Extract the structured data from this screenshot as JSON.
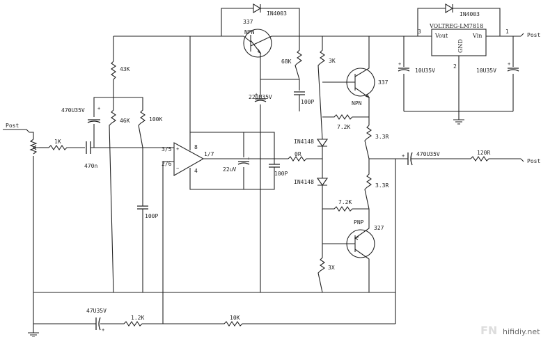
{
  "labels": {
    "post": "Post",
    "r_1k": "1K",
    "c_470n": "470n",
    "c_470u35v_in": "470U35V",
    "r_43k": "43K",
    "r_46k": "46K",
    "r_100k": "100K",
    "c_100p_low": "100P",
    "r_68k": "68K",
    "c_220u35v": "220U35V",
    "c_100p_top": "100P",
    "d_top": "IN4003",
    "q_337_top": "337",
    "q_npn_top": "NPN",
    "pin_8": "8",
    "pin_3_5": "3/5",
    "pin_1_7": "1/7",
    "pin_2_6": "2/6",
    "pin_4": "4",
    "c_22uv": "22uV",
    "c_100p_mid": "100P",
    "d_in4148_1": "IN4148",
    "d_in4148_2": "IN4148",
    "r_0r": "0R",
    "r_3k_top": "3K",
    "q_337_right": "337",
    "q_npn_right": "NPN",
    "r_7_2k_top": "7.2K",
    "r_3_3r_1": "3.3R",
    "r_3_3r_2": "3.3R",
    "r_7_2k_bot": "7.2K",
    "q_pnp": "PNP",
    "q_327": "327",
    "r_3k_bot": "3X",
    "c_470u35v_out": "470U35V",
    "r_120r": "120R",
    "d_reg": "IN4003",
    "reg_name": "VOLTREG-LM7818",
    "reg_vout": "Vout",
    "reg_vin": "Vin",
    "reg_gnd": "GND",
    "reg_pin3": "3",
    "reg_pin1": "1",
    "reg_pin2": "2",
    "c_10u35v_l": "10U35V",
    "c_10u35v_r": "10U35V",
    "c_47u35v": "47U35V",
    "r_1_2k": "1.2K",
    "r_10k": "10K",
    "watermark": "hifidiy.net",
    "watermark_logo": "FN"
  }
}
